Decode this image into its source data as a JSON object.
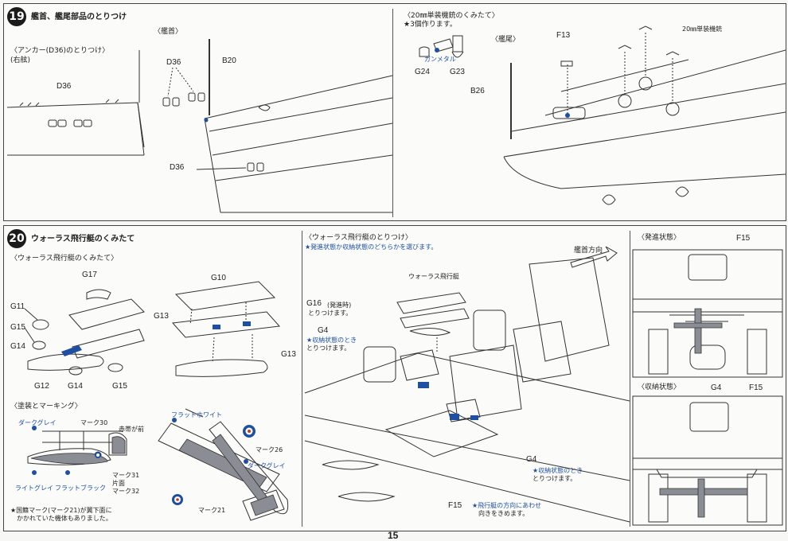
{
  "step19": {
    "number": "19",
    "title": "艦首、艦尾部品のとりつけ",
    "anchor_heading": "〈アンカー(D36)のとりつけ〉",
    "anchor_sub": "(右舷)",
    "bow_heading": "〈艦首〉",
    "guns_heading": "〈20㎜単装機銃のくみたて〉",
    "guns_sub": "★3個作ります。",
    "stern_heading": "〈艦尾〉",
    "gunmetal": "ガンメタル",
    "aa_gun_label": "20㎜単装機銃",
    "labels": {
      "d36_a": "D36",
      "d36_b": "D36",
      "d36_c": "D36",
      "b20": "B20",
      "g24": "G24",
      "g23": "G23",
      "f13": "F13",
      "b26": "B26"
    }
  },
  "step20": {
    "number": "20",
    "title": "ウォーラス飛行艇のくみたて",
    "assembly_heading": "〈ウォーラス飛行艇のくみたて〉",
    "labels": {
      "g17": "G17",
      "g11": "G11",
      "g15_a": "G15",
      "g14_a": "G14",
      "g12": "G12",
      "g14_b": "G14",
      "g15_b": "G15",
      "g10": "G10",
      "g13_a": "G13",
      "g13_b": "G13"
    },
    "painting_heading": "〈塗装とマーキング〉",
    "paint": {
      "dark_gray_a": "ダークグレイ",
      "mark30": "マーク30",
      "red_prop": "赤帯が前",
      "light_gray": "ライトグレイ",
      "flat_black": "フラットブラック",
      "mark31": "マーク31",
      "one_side": "片面",
      "mark32": "マーク32",
      "flat_white": "フラットホワイト",
      "mark26": "マーク26",
      "dark_gray_b": "ダークグレイ",
      "mark21": "マーク21"
    },
    "note": "★国籍マーク(マーク21)が翼下面に",
    "note2": "かかれていた機体もありました。",
    "mount_heading": "〈ウォーラス飛行艇のとりつけ〉",
    "mount_sub": "★発進状態か収納状態のどちらかを選びます。",
    "bow_direction": "艦首方向",
    "walrus_label": "ウォーラス飛行艇",
    "g16": "G16",
    "g16_note": "(発進時)",
    "g16_note2": "とりつけます。",
    "g4_a": "G4",
    "g4_a_note": "★収納状態のとき",
    "g4_a_note2": "とりつけます。",
    "g4_b": "G4",
    "g4_b_note": "★収納状態のとき",
    "g4_b_note2": "とりつけます。",
    "f15": "F15",
    "f15_note": "★飛行艇の方向にあわせ",
    "f15_note2": "向きをきめます。",
    "launch_heading": "〈発進状態〉",
    "launch_f15": "F15",
    "stow_heading": "〈収納状態〉",
    "stow_g4": "G4",
    "stow_f15": "F15"
  },
  "page": {
    "number": "15"
  }
}
